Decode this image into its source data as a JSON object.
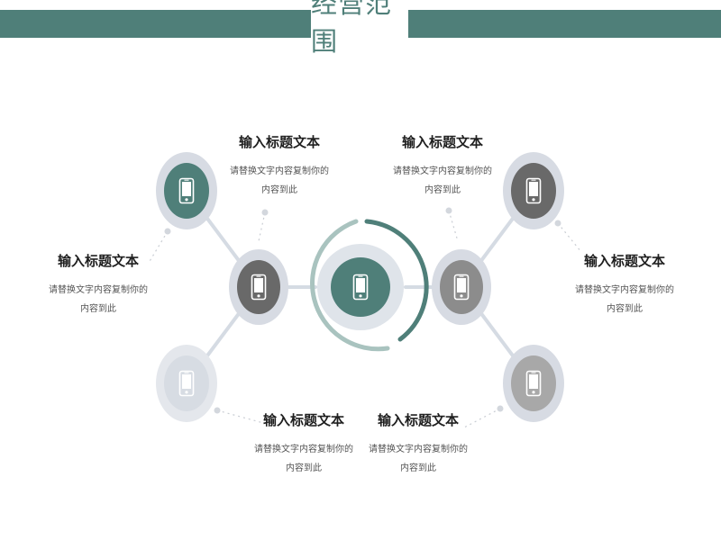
{
  "title": "经营范围",
  "items": [
    {
      "title": "输入标题文本",
      "desc": "请替换文字内容复制你的内容到此"
    },
    {
      "title": "输入标题文本",
      "desc": "请替换文字内容复制你的内容到此"
    },
    {
      "title": "输入标题文本",
      "desc": "请替换文字内容复制你的内容到此"
    },
    {
      "title": "输入标题文本",
      "desc": "请替换文字内容复制你的内容到此"
    },
    {
      "title": "输入标题文本",
      "desc": "请替换文字内容复制你的内容到此"
    },
    {
      "title": "输入标题文本",
      "desc": "请替换文字内容复制你的内容到此"
    }
  ],
  "icon": "smartphone-icon",
  "colors": {
    "accent": "#4f7f79",
    "dark_gray": "#696969",
    "mid_gray": "#8c8c8c",
    "light_gray": "#a8a8a8",
    "pale_gray": "#dfe2e8",
    "ring": "#d7dbe3",
    "connector": "#d5dbe3"
  }
}
